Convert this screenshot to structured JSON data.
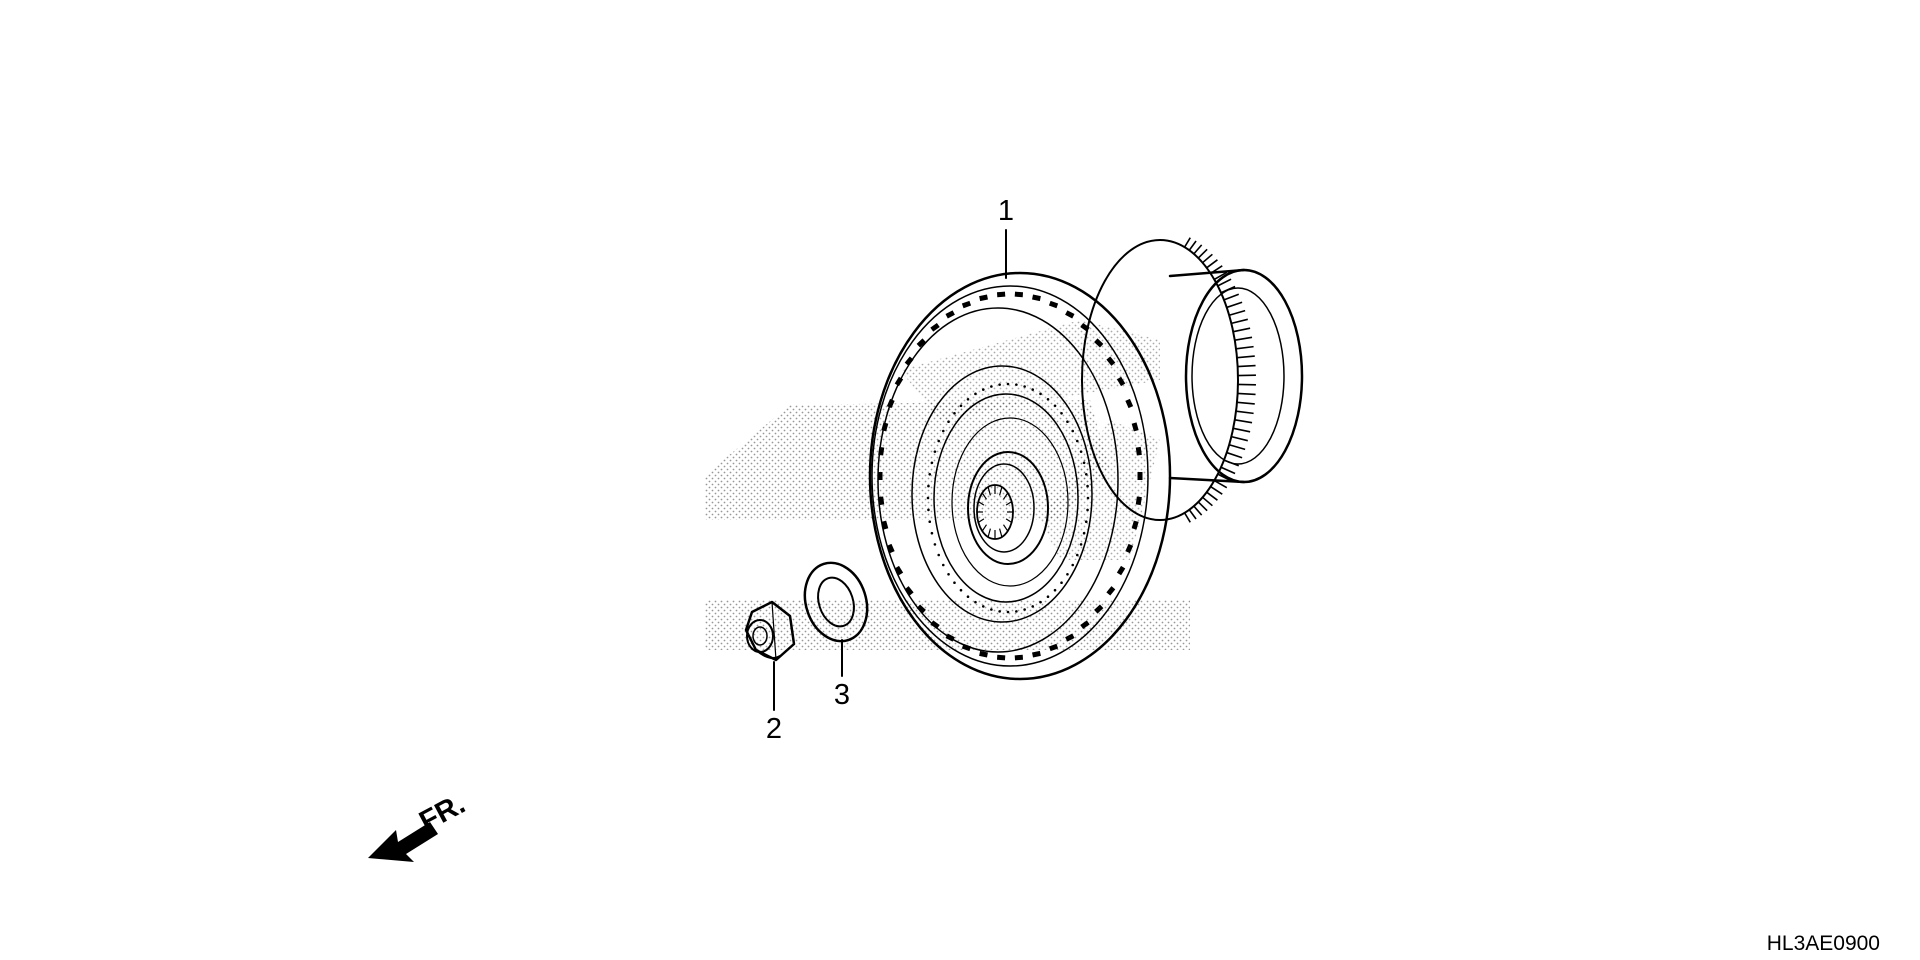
{
  "diagram": {
    "parts": [
      {
        "callout": "1",
        "icon": "torque-converter-icon"
      },
      {
        "callout": "2",
        "icon": "flange-nut-icon"
      },
      {
        "callout": "3",
        "icon": "washer-icon"
      }
    ],
    "orientation": {
      "label": "FR.",
      "icon": "front-arrow-icon"
    },
    "diagram_code": "HL3AE0900",
    "colors": {
      "line": "#000000",
      "background": "#ffffff",
      "stipple": "#444444"
    }
  }
}
